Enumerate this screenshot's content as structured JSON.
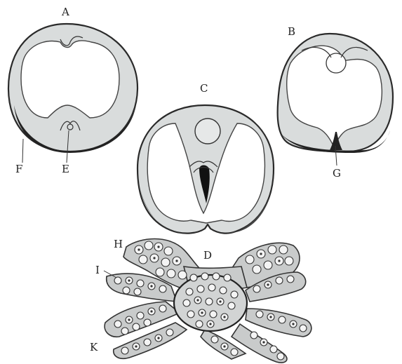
{
  "figure": {
    "labels": {
      "A": "A",
      "B": "B",
      "C": "C",
      "D": "D",
      "E": "E",
      "F": "F",
      "G": "G",
      "H": "H",
      "I": "I",
      "K": "K"
    }
  }
}
